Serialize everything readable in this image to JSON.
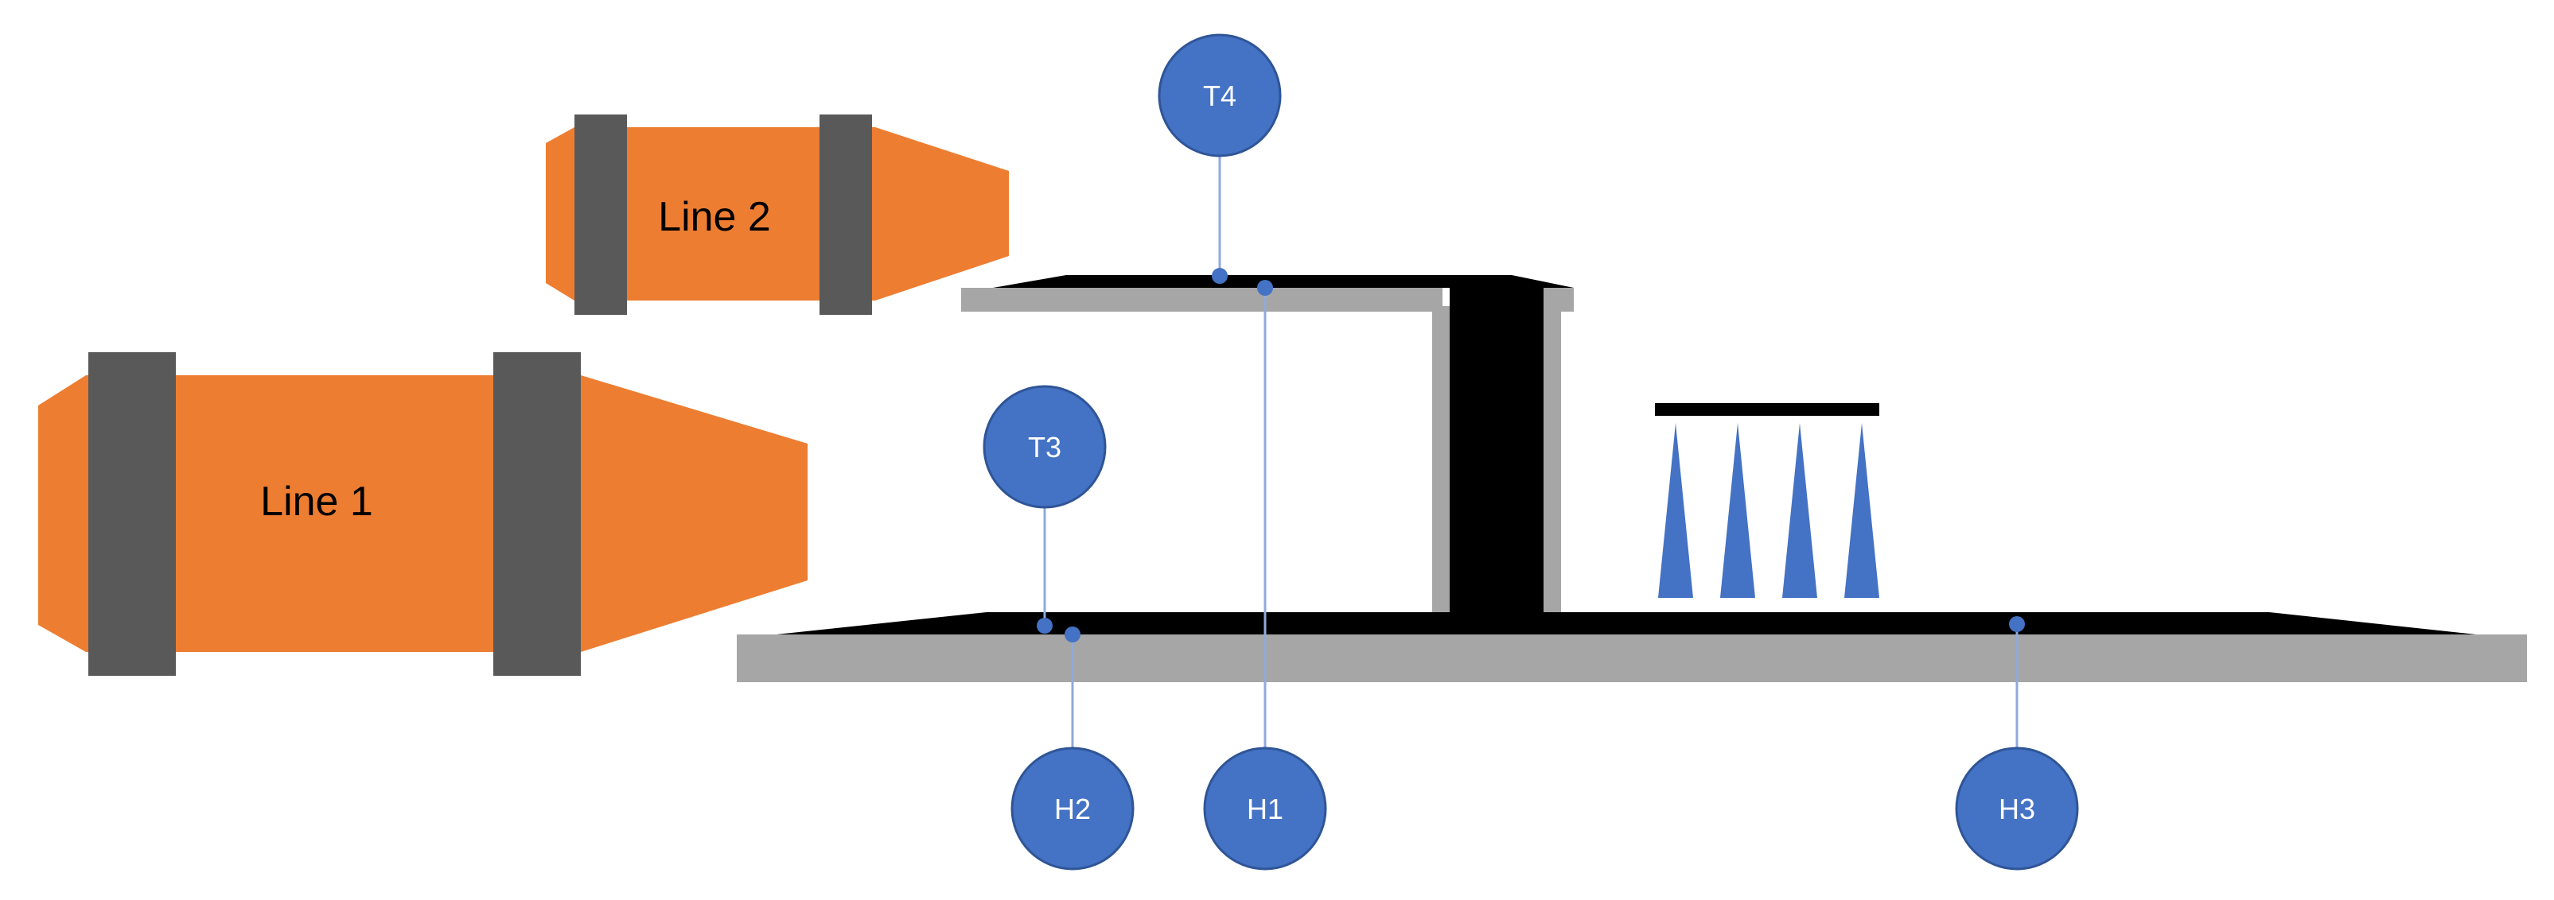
{
  "colors": {
    "background": "#ffffff",
    "line_body": "#ED7D31",
    "line_band": "#595959",
    "floor_gray": "#A6A6A6",
    "strip_black": "#000000",
    "marker_fill": "#4472C4",
    "marker_border": "#2F5597",
    "marker_text": "#ffffff",
    "leader": "#8FAADC",
    "spray": "#4472C4"
  },
  "lines": {
    "line1": {
      "label": "Line 1"
    },
    "line2": {
      "label": "Line 2"
    }
  },
  "markers": {
    "t4": {
      "label": "T4"
    },
    "t3": {
      "label": "T3"
    },
    "h1": {
      "label": "H1"
    },
    "h2": {
      "label": "H2"
    },
    "h3": {
      "label": "H3"
    }
  },
  "icons": {
    "sprayer": "spray-nozzle-icon"
  }
}
